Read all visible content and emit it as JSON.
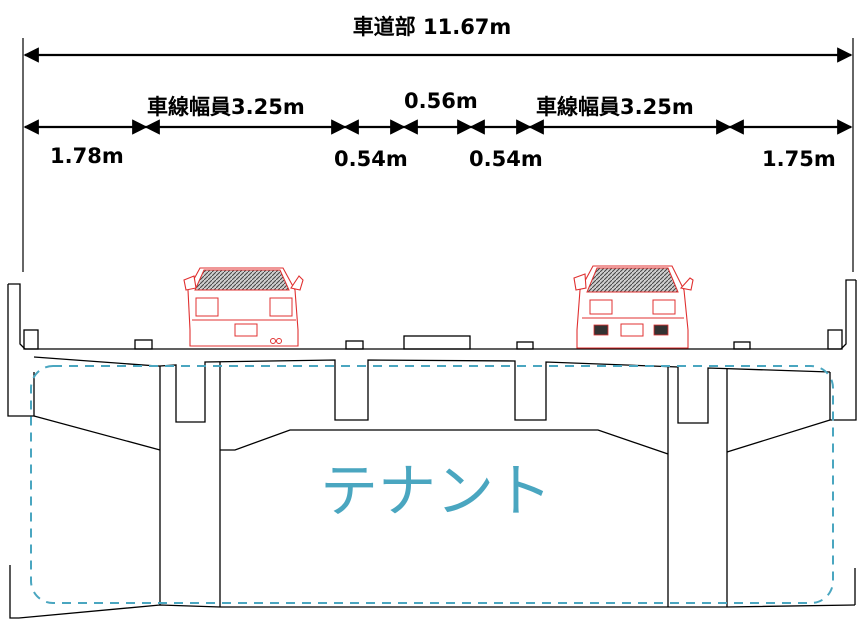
{
  "labels": {
    "total": "車道部 11.67m",
    "lane_left": "車線幅員3.25m",
    "lane_right": "車線幅員3.25m",
    "median": "0.56m",
    "left_shoulder": "1.78m",
    "left_gap": "0.54m",
    "right_gap": "0.54m",
    "right_shoulder": "1.75m"
  },
  "tenant_label": "テナント",
  "colors": {
    "dimension": "#000000",
    "car": "#e03030",
    "tenant": "#4aa6c0"
  }
}
